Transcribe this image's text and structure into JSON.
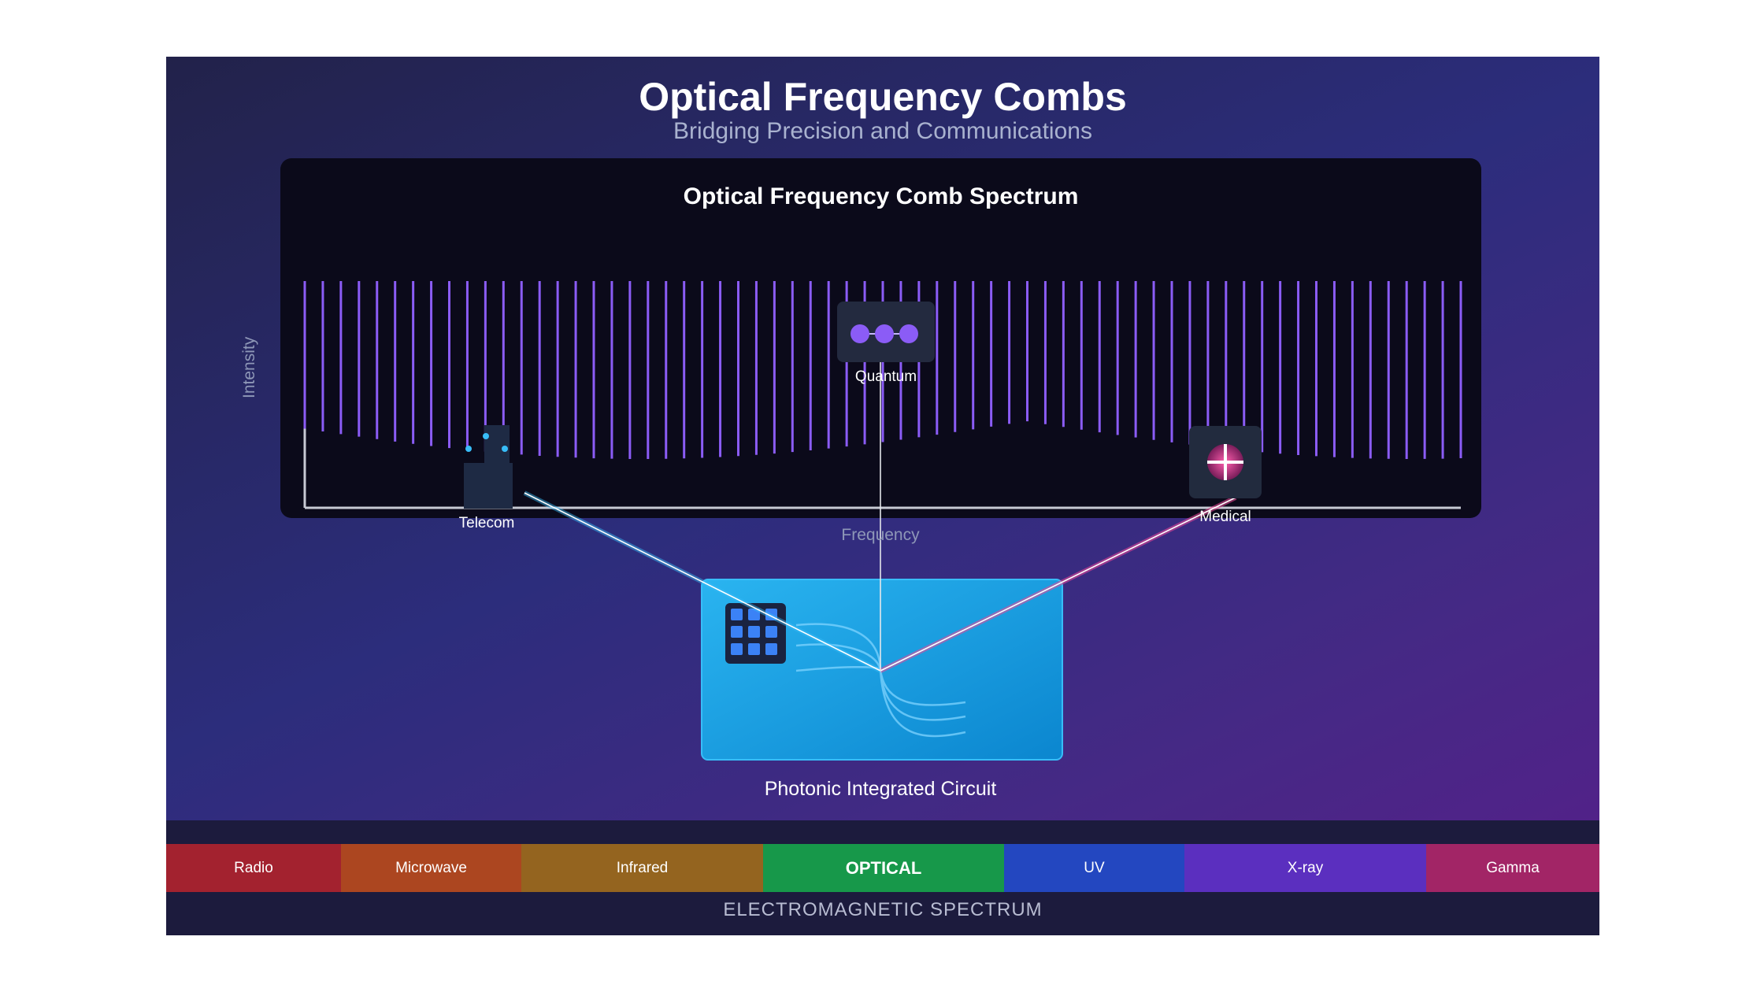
{
  "header": {
    "title": "Optical Frequency Combs",
    "subtitle": "Bridging Precision and Communications"
  },
  "spectrum": {
    "title": "Optical Frequency Comb Spectrum",
    "x_axis_label": "Frequency",
    "y_axis_label": "Intensity",
    "line_color": "#8b5cf6"
  },
  "applications": [
    {
      "name": "Telecom",
      "icon": "server-icon",
      "color": "#38bdf8"
    },
    {
      "name": "Quantum",
      "icon": "quantum-dots-icon",
      "color": "#8b5cf6"
    },
    {
      "name": "Medical",
      "icon": "medical-cross-icon",
      "color": "#ec4899"
    }
  ],
  "circuit": {
    "label": "Photonic Integrated Circuit",
    "icon": "chip-grid-icon",
    "color": "#1aa3e8"
  },
  "em_spectrum": {
    "caption": "ELECTROMAGNETIC SPECTRUM",
    "bands": [
      {
        "label": "Radio",
        "color": "#a3222f"
      },
      {
        "label": "Microwave",
        "color": "#ac4620"
      },
      {
        "label": "Infrared",
        "color": "#94641f"
      },
      {
        "label": "OPTICAL",
        "color": "#17984a",
        "highlight": true
      },
      {
        "label": "UV",
        "color": "#2347c0"
      },
      {
        "label": "X-ray",
        "color": "#5b2fbf"
      },
      {
        "label": "Gamma",
        "color": "#a22566"
      }
    ]
  }
}
